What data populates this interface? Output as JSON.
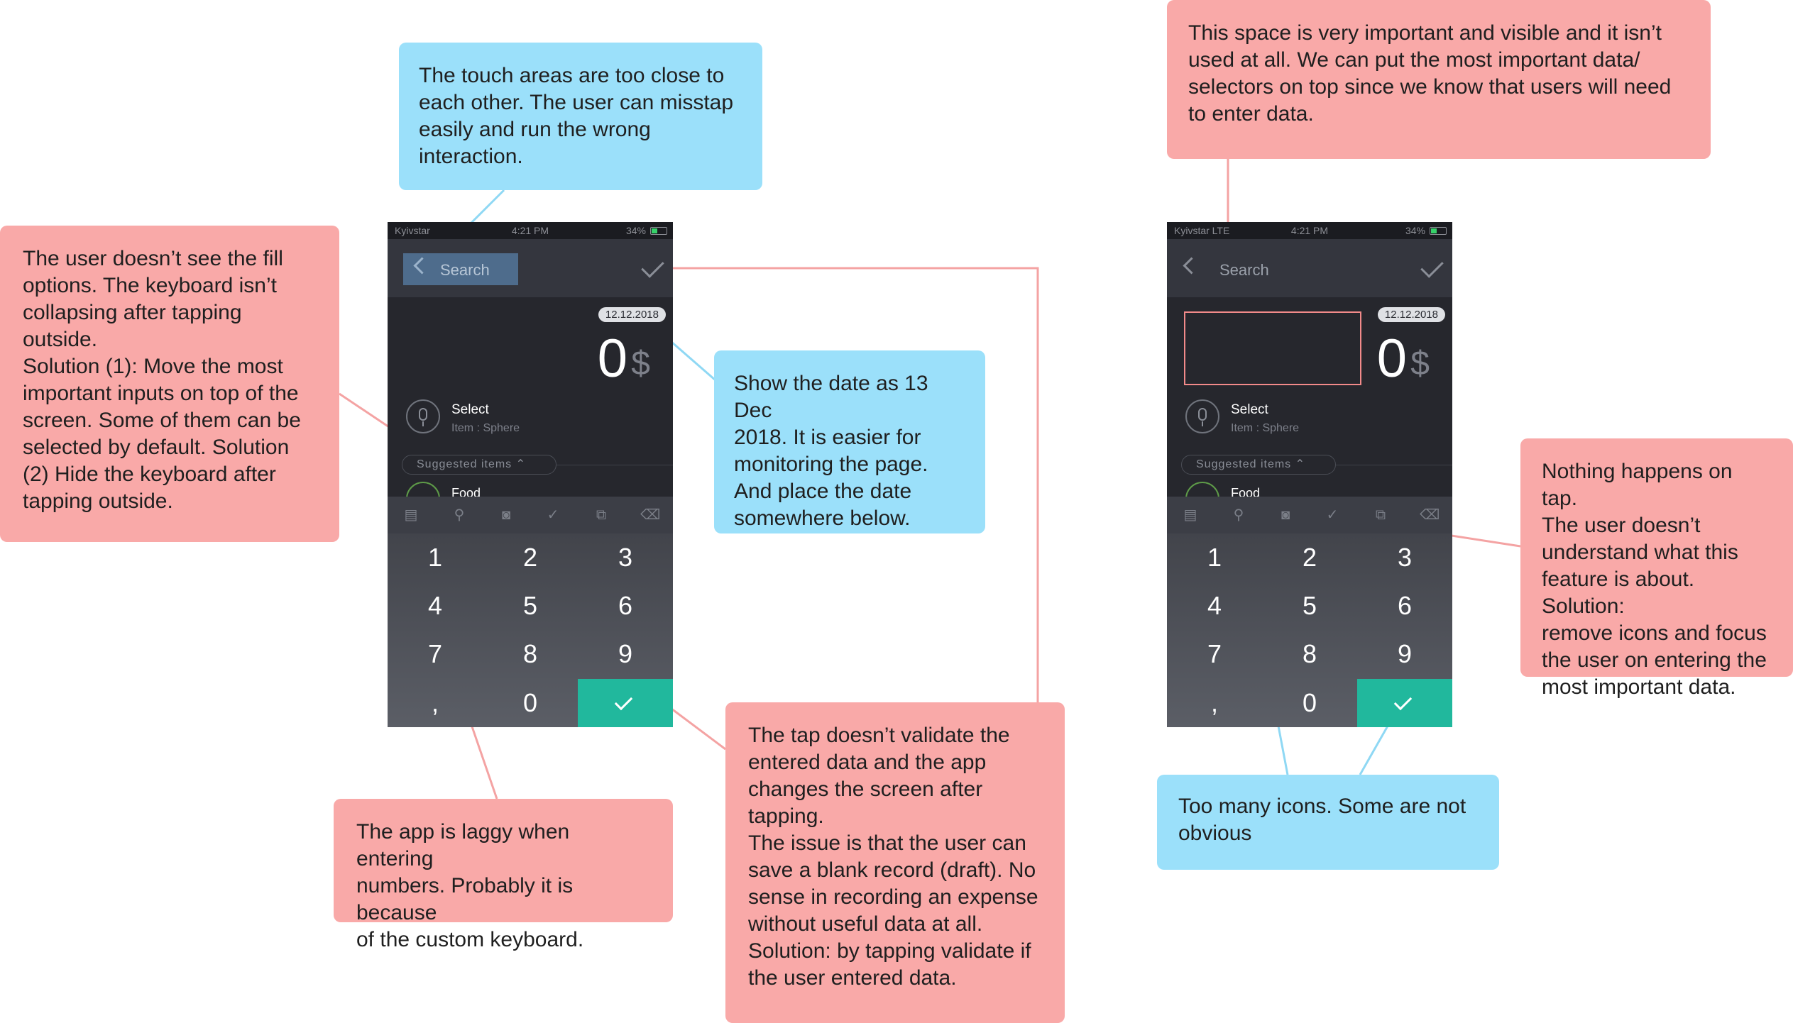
{
  "notes": {
    "touch_areas": "The touch areas are too close to\neach other. The user can misstap\neasily and run the wrong\ninteraction.",
    "fill_options": "The user doesn’t see the fill\noptions. The keyboard isn’t\ncollapsing after tapping\noutside.\nSolution (1): Move the most\nimportant inputs on top of the\nscreen. Some of them can be\nselected by default. Solution\n(2) Hide the keyboard after\ntapping outside.",
    "date_format": "Show the date as 13 Dec\n2018. It is easier for\nmonitoring the page.\nAnd place the date\nsomewhere below.",
    "laggy": "The app is laggy when entering\nnumbers. Probably it is because\nof the custom keyboard.",
    "validate": "The tap doesn’t validate the\nentered data and the app\nchanges the screen after\ntapping.\nThe issue is that the user can\nsave a blank record (draft). No\nsense in recording an expense\nwithout useful data at all.\nSolution: by tapping validate if\nthe user entered data.",
    "space": "This space is very important and visible and it isn’t\nused at all. We can put the most important data/\nselectors on top since we know that users will need\nto enter data.",
    "nothing_happens": "Nothing happens on tap.\nThe user doesn’t\nunderstand what this\nfeature is about. Solution:\nremove icons and focus\nthe user on entering the\nmost important data.",
    "too_many_icons": "Too many icons. Some are not\nobvious"
  },
  "phone": {
    "carrier": "Kyivstar",
    "network": "LTE",
    "time": "4:21 PM",
    "battery": "34%",
    "search_placeholder": "Search",
    "date": "12.12.2018",
    "amount": "0",
    "currency": "$",
    "select_label": "Select",
    "select_sub": "Item : Sphere",
    "suggested": "Suggested items ⌃",
    "food": "Food",
    "keys": [
      "1",
      "2",
      "3",
      "4",
      "5",
      "6",
      "7",
      "8",
      "9",
      ",",
      "0"
    ]
  },
  "colors": {
    "red_note": "#f9a9a8",
    "blue_note": "#9be0fa",
    "confirm_key": "#21b89d",
    "app_bg": "#26272d"
  }
}
